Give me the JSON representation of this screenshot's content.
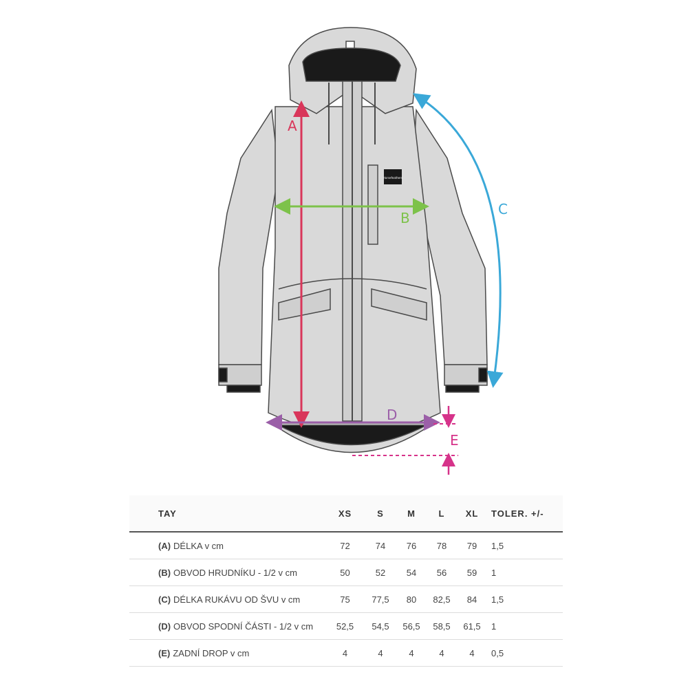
{
  "diagram": {
    "labels": {
      "a": "A",
      "b": "B",
      "c": "C",
      "d": "D",
      "e": "E"
    },
    "colors": {
      "jacket_fill": "#d9d9d9",
      "jacket_stroke": "#4a4a4a",
      "a_arrow": "#d9365a",
      "b_arrow": "#7dc24a",
      "c_arrow": "#3aa8d8",
      "d_arrow": "#9b5fa8",
      "e_arrow": "#d6338a"
    },
    "brand_patch_text": "Horsefeathers"
  },
  "table": {
    "header": {
      "name": "TAY",
      "sizes": [
        "XS",
        "S",
        "M",
        "L",
        "XL"
      ],
      "tolerance": "TOLER. +/-"
    },
    "rows": [
      {
        "code": "(A)",
        "label": "DÉLKA v cm",
        "values": [
          "72",
          "74",
          "76",
          "78",
          "79"
        ],
        "tolerance": "1,5"
      },
      {
        "code": "(B)",
        "label": "OBVOD HRUDNÍKU - 1/2 v cm",
        "values": [
          "50",
          "52",
          "54",
          "56",
          "59"
        ],
        "tolerance": "1"
      },
      {
        "code": "(C)",
        "label": "DÉLKA RUKÁVU OD ŠVU v cm",
        "values": [
          "75",
          "77,5",
          "80",
          "82,5",
          "84"
        ],
        "tolerance": "1,5"
      },
      {
        "code": "(D)",
        "label": "OBVOD SPODNÍ ČÁSTI - 1/2 v cm",
        "values": [
          "52,5",
          "54,5",
          "56,5",
          "58,5",
          "61,5"
        ],
        "tolerance": "1"
      },
      {
        "code": "(E)",
        "label": "ZADNÍ DROP v cm",
        "values": [
          "4",
          "4",
          "4",
          "4",
          "4"
        ],
        "tolerance": "0,5"
      }
    ]
  }
}
